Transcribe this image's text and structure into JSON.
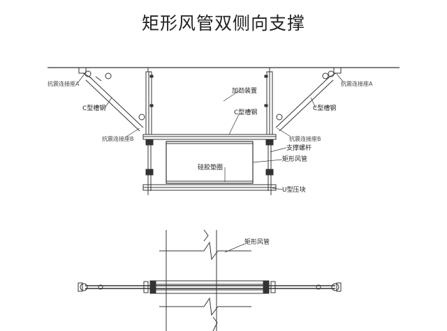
{
  "title": "矩形风管双侧向支撑",
  "labels": {
    "seismic_connector_a_left": "抗震连接座A",
    "seismic_connector_a_right": "抗震连接座A",
    "c_channel_left": "C型槽钢",
    "c_channel_center": "C型槽钢",
    "c_channel_right": "C型槽钢",
    "stiffener": "加劲装置",
    "seismic_connector_b": "抗震连接座B",
    "support_screw": "支撑螺杆",
    "rectangular_duct": "矩形风管",
    "silicone_gasket": "硅胶垫圈",
    "u_clamp": "U型压块",
    "plan_duct": "矩形风管"
  }
}
